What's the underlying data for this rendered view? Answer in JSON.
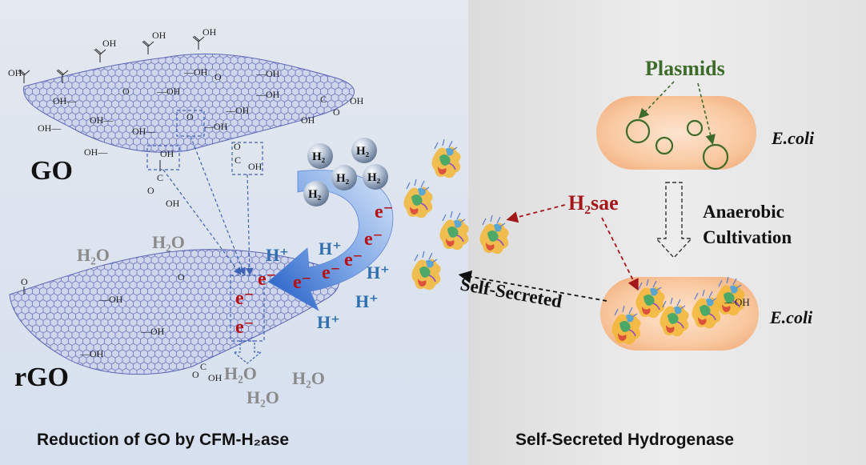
{
  "left_panel": {
    "caption": "Reduction of GO by CFM-H₂ase",
    "go_label": "GO",
    "rgo_label": "rGO",
    "oh_label": "OH",
    "dash_oh_label": "—OH",
    "oh_dash_label": "OH—",
    "o_label": "O",
    "c_label": "C",
    "h2_label": "H₂",
    "h2o_label": "H₂O",
    "h_plus_label": "H⁺",
    "e_minus_label": "e⁻"
  },
  "right_panel": {
    "caption": "Self-Secreted Hydrogenase",
    "plasmids_label": "Plasmids",
    "ecoli_label": "E.coli",
    "h2sae_label": "H₂sae",
    "anaerobic_label": "Anaerobic",
    "cultivation_label": "Cultivation",
    "self_secreted_label": "Self-Secreted"
  },
  "colors": {
    "left_bg": "#dfe6f2",
    "right_bg": "#e6e6e6",
    "graphene": "#5b66b8",
    "arrow_blue": "#2f6fd0",
    "electron_red": "#b50f13",
    "proton_blue": "#2f6fb0",
    "plasmid_green": "#3d6b2a",
    "cell_fill": "#fbd2b0",
    "text_dark": "#111111",
    "water_gray": "#888888"
  }
}
